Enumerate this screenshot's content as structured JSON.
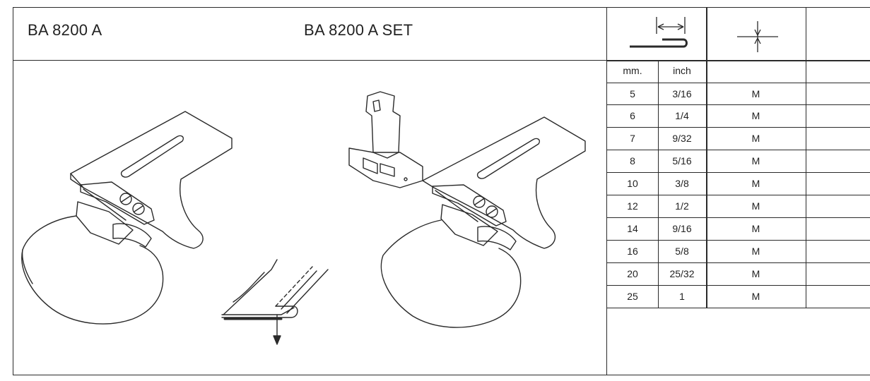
{
  "header": {
    "model_code": "BA 8200 A",
    "model_set": "BA 8200 A SET"
  },
  "table": {
    "col_icons": [
      "fold-width-icon",
      "needle-position-icon"
    ],
    "units": {
      "mm": "mm.",
      "inch": "inch"
    },
    "rows": [
      {
        "mm": "5",
        "inch": "3/16",
        "gauge": "M"
      },
      {
        "mm": "6",
        "inch": "1/4",
        "gauge": "M"
      },
      {
        "mm": "7",
        "inch": "9/32",
        "gauge": "M"
      },
      {
        "mm": "8",
        "inch": "5/16",
        "gauge": "M"
      },
      {
        "mm": "10",
        "inch": "3/8",
        "gauge": "M"
      },
      {
        "mm": "12",
        "inch": "1/2",
        "gauge": "M"
      },
      {
        "mm": "14",
        "inch": "9/16",
        "gauge": "M"
      },
      {
        "mm": "16",
        "inch": "5/8",
        "gauge": "M"
      },
      {
        "mm": "20",
        "inch": "25/32",
        "gauge": "M"
      },
      {
        "mm": "25",
        "inch": "1",
        "gauge": "M"
      }
    ]
  },
  "illustrations": [
    "binder-attachment-drawing",
    "binder-set-with-presser-foot-drawing",
    "folded-fabric-detail-drawing"
  ],
  "colors": {
    "ink": "#2a2a2a",
    "paper": "#ffffff"
  }
}
